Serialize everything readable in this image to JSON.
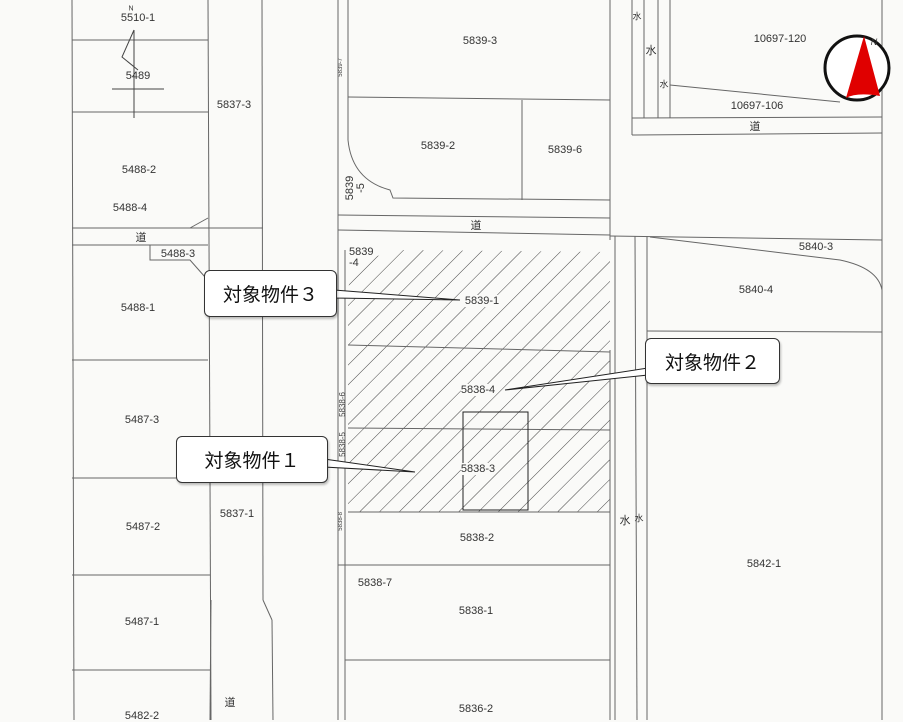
{
  "map": {
    "compass": {
      "label": "N",
      "color": "#e00000"
    },
    "north_mark": "N",
    "parcels": {
      "p5510_1": "5510-1",
      "p5489": "5489",
      "p5837_3": "5837-3",
      "p5488_2": "5488-2",
      "p5488_4": "5488-4",
      "p5488_3": "5488-3",
      "p5488_1": "5488-1",
      "p5487_3": "5487-3",
      "p5487_2": "5487-2",
      "p5487_1": "5487-1",
      "p5482_2": "5482-2",
      "p5837_1": "5837-1",
      "p5839_3": "5839-3",
      "p5839_7": "5839-7",
      "p5839_2": "5839-2",
      "p5839_6": "5839-6",
      "p5839_5": "5839 -5",
      "p5839_4": "5839 -4",
      "p5839_1": "5839-1",
      "p5838_4": "5838-4",
      "p5838_6": "5838-6",
      "p5838_5": "5838-5",
      "p5838_3": "5838-3",
      "p5838_8": "5838-8",
      "p5838_2": "5838-2",
      "p5838_7": "5838-7",
      "p5838_1": "5838-1",
      "p5836_2": "5836-2",
      "p10697_120": "10697-120",
      "p10697_106": "10697-106",
      "p5840_3": "5840-3",
      "p5840_4": "5840-4",
      "p5842_1": "5842-1"
    },
    "road_label": "道",
    "water_label": "水",
    "callouts": {
      "property1": "対象物件１",
      "property2": "対象物件２",
      "property3": "対象物件３"
    },
    "colors": {
      "line": "#555555",
      "hatch": "#444444",
      "paper": "#fafaf8"
    }
  }
}
